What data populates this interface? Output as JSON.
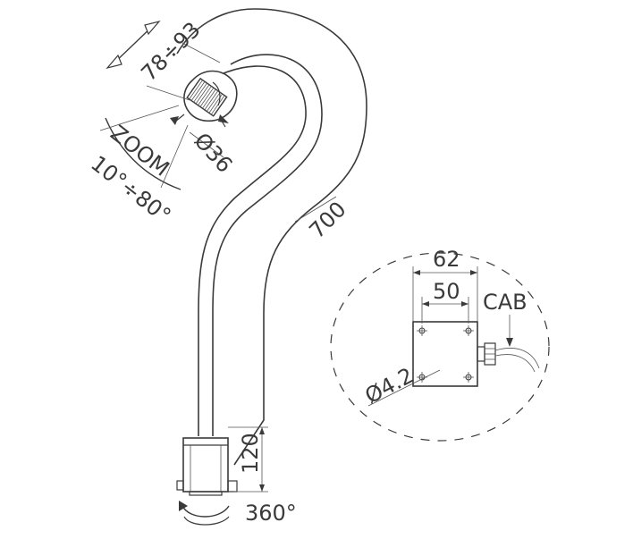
{
  "dimensions": {
    "head_range": "78÷93",
    "zoom": "ZOOM",
    "beam_angle": "10°÷80°",
    "diameter": "Ø36",
    "arm_length": "700",
    "base_height": "120",
    "rotation": "360°",
    "plate_outer": "62",
    "plate_holes": "50",
    "hole_diameter": "Ø4.2",
    "cable": "CAB"
  },
  "colors": {
    "line": "#3a3a3a"
  }
}
